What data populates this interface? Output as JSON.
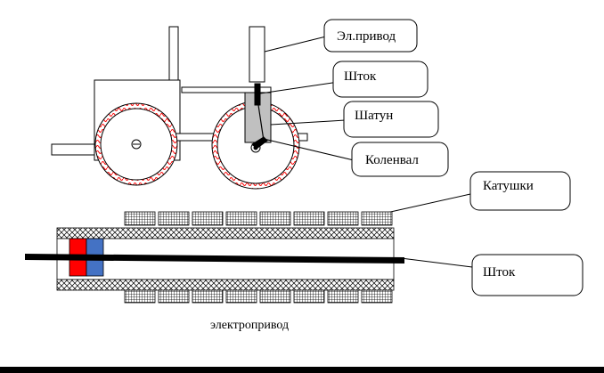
{
  "labels": {
    "drive": "Эл.привод",
    "rod_top": "Шток",
    "connecting_rod": "Шатун",
    "crankshaft": "Коленвал",
    "coils": "Катушки",
    "rod_bottom": "Шток"
  },
  "caption": "электропривод",
  "colors": {
    "line": "#000000",
    "shatun_fill": "#c0c0c0",
    "magnet_red": "#ff0000",
    "magnet_blue": "#4472c4",
    "wheel_pattern": "#ff0000"
  }
}
